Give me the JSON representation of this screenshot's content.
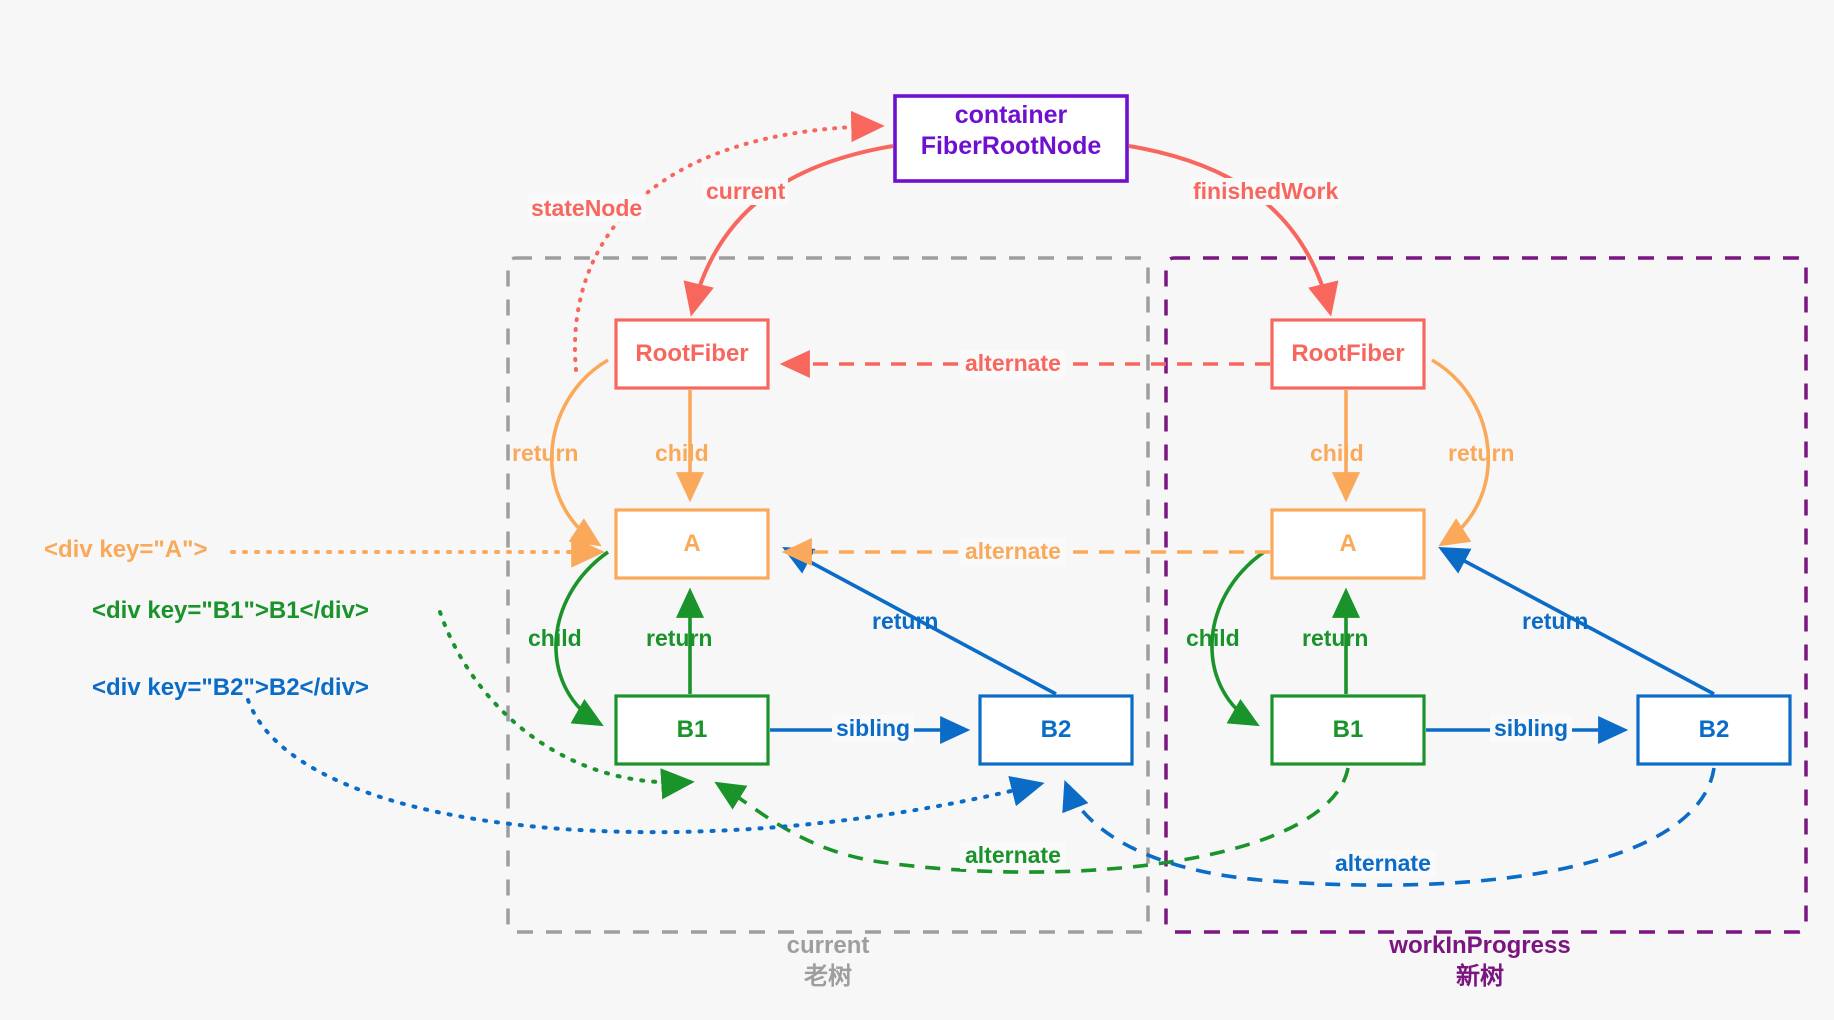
{
  "diagram": {
    "title": "React Fiber double buffering tree",
    "background_color": "#f7f7f7",
    "colors": {
      "salmon": "#f8675e",
      "orange": "#faa95a",
      "green": "#19932a",
      "blue": "#0b6cc8",
      "purple": "#6f10d0",
      "magenta": "#7b1580",
      "gray": "#9e9e9e"
    }
  },
  "root_node": {
    "line1": "container",
    "line2": "FiberRootNode",
    "border_color": "#6f10d0",
    "text_color": "#6f10d0"
  },
  "root_edges": {
    "state_node": "stateNode",
    "current": "current",
    "finished_work": "finishedWork"
  },
  "current_tree": {
    "caption_en": "current",
    "caption_zh": "老树",
    "border_color": "#9e9e9e",
    "nodes": {
      "root_fiber": "RootFiber",
      "a": "A",
      "b1": "B1",
      "b2": "B2"
    },
    "edges": {
      "child_root_to_a": "child",
      "return_a_to_root": "return",
      "child_a_to_b1": "child",
      "return_b1_to_a": "return",
      "return_b2_to_a": "return",
      "sibling_b1_to_b2": "sibling"
    }
  },
  "workinprogress_tree": {
    "caption_en": "workInProgress",
    "caption_zh": "新树",
    "border_color": "#7b1580",
    "nodes": {
      "root_fiber": "RootFiber",
      "a": "A",
      "b1": "B1",
      "b2": "B2"
    },
    "edges": {
      "child_root_to_a": "child",
      "return_a_to_root": "return",
      "child_a_to_b1": "child",
      "return_b1_to_a": "return",
      "return_b2_to_a": "return",
      "sibling_b1_to_b2": "sibling"
    }
  },
  "alternate_links": {
    "root_fiber": "alternate",
    "a": "alternate",
    "b1": "alternate",
    "b2": "alternate"
  },
  "jsx_labels": {
    "a": "<div key=\"A\">",
    "b1": "<div key=\"B1\">B1</div>",
    "b2": "<div key=\"B2\">B2</div>"
  }
}
